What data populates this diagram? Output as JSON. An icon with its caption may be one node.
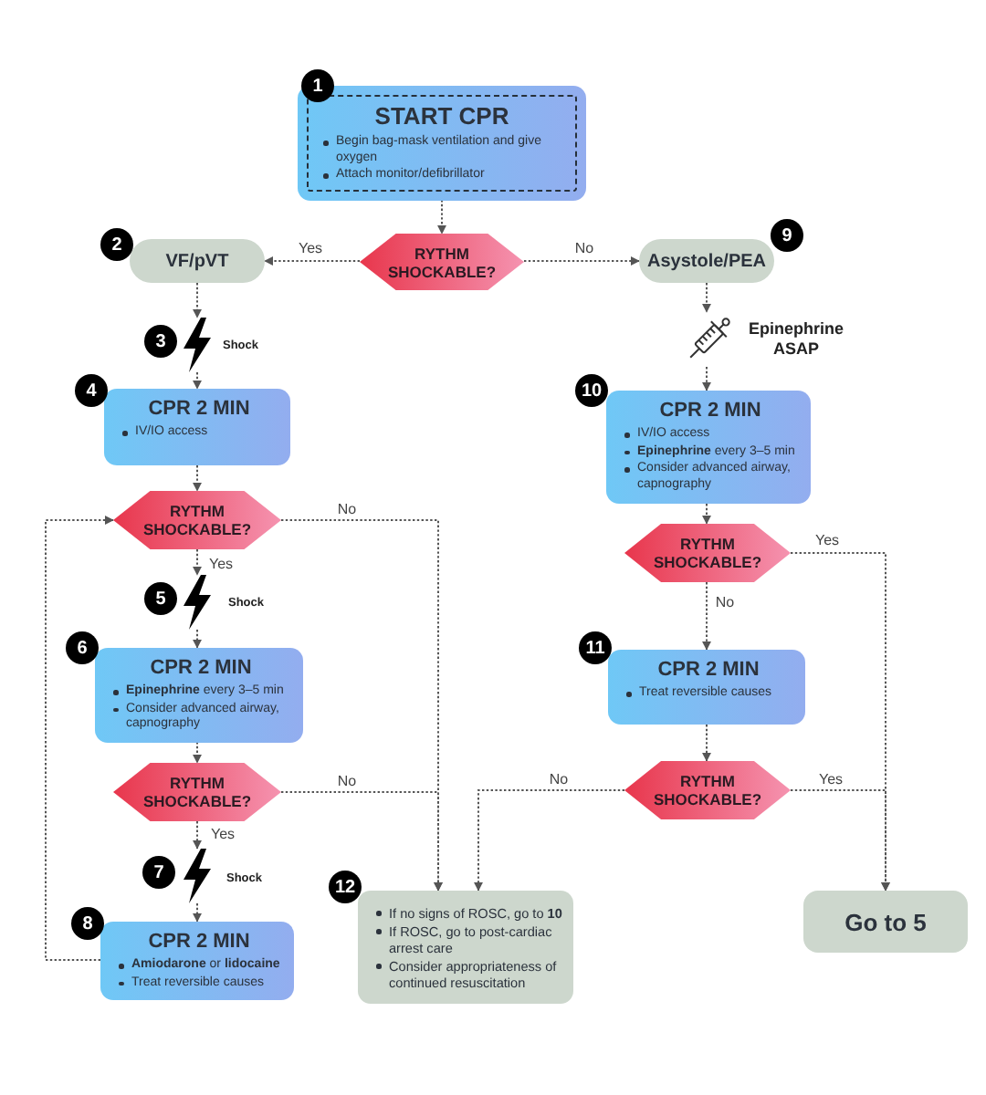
{
  "diagram": {
    "nodes": [
      {
        "text": [
          "START CPR",
          "Begin bag-mask ventilation and give oxygen",
          "Attach monitor/defibrillator"
        ],
        "beside": [
          "1"
        ]
      },
      {
        "text": [
          "RYTHM SHOCKABLE?"
        ]
      },
      {
        "text": [
          "VF/pVT"
        ],
        "beside": [
          "2"
        ]
      },
      {
        "text": [],
        "shape": "lightning",
        "beside": [
          "3",
          "Shock"
        ]
      },
      {
        "text": [
          "CPR 2 MIN",
          "IV/IO access"
        ],
        "beside": [
          "4"
        ]
      },
      {
        "text": [
          "RYTHM SHOCKABLE?"
        ]
      },
      {
        "text": [],
        "shape": "lightning",
        "beside": [
          "5",
          "Shock"
        ]
      },
      {
        "text": [
          "CPR 2 MIN",
          "**Epinephrine** every 3–5 min",
          "Consider advanced airway, capnography"
        ],
        "beside": [
          "6"
        ]
      },
      {
        "text": [
          "RYTHM SHOCKABLE?"
        ]
      },
      {
        "text": [],
        "shape": "lightning",
        "beside": [
          "7",
          "Shock"
        ]
      },
      {
        "text": [
          "CPR 2 MIN",
          "**Amiodarone** or **lidocaine**",
          "Treat reversible causes"
        ],
        "beside": [
          "8"
        ]
      },
      {
        "text": [
          "Asystole/PEA"
        ],
        "beside": [
          "9"
        ]
      },
      {
        "text": [],
        "shape": "syringe",
        "beside": [
          "Epinephrine ASAP"
        ]
      },
      {
        "text": [
          "CPR 2 MIN",
          "IV/IO access",
          "**Epinephrine** every 3–5 min",
          "Consider advanced airway, capnography"
        ],
        "beside": [
          "10"
        ]
      },
      {
        "text": [
          "RYTHM SHOCKABLE?"
        ]
      },
      {
        "text": [
          "CPR 2 MIN",
          "Treat reversible causes"
        ],
        "beside": [
          "11"
        ]
      },
      {
        "text": [
          "RYTHM SHOCKABLE?"
        ]
      },
      {
        "text": [
          "If no signs of ROSC, go to **10**",
          "If ROSC, go to post-cardiac arrest care",
          "Consider appropriateness of continued resuscitation"
        ],
        "beside": [
          "12"
        ]
      },
      {
        "text": [
          "Go to 5"
        ]
      }
    ],
    "edges": [
      {
        "from": 0,
        "to": 1,
        "arrow": "to"
      },
      {
        "from": 1,
        "to": 2,
        "arrow": "to",
        "label": "Yes"
      },
      {
        "from": 1,
        "to": 11,
        "arrow": "to",
        "label": "No"
      },
      {
        "from": 2,
        "to": 3,
        "arrow": "to"
      },
      {
        "from": 3,
        "to": 4,
        "arrow": "to"
      },
      {
        "from": 4,
        "to": 5,
        "arrow": "to"
      },
      {
        "from": 5,
        "to": 6,
        "arrow": "to",
        "label": "Yes"
      },
      {
        "from": 6,
        "to": 7,
        "arrow": "to"
      },
      {
        "from": 7,
        "to": 8,
        "arrow": "to"
      },
      {
        "from": 8,
        "to": 9,
        "arrow": "to",
        "label": "Yes"
      },
      {
        "from": 9,
        "to": 10,
        "arrow": "to"
      },
      {
        "from": 10,
        "to": 5,
        "arrow": "to"
      },
      {
        "from": 5,
        "to": 17,
        "arrow": "to",
        "label": "No"
      },
      {
        "from": 8,
        "to": 17,
        "arrow": "to",
        "label": "No"
      },
      {
        "from": 11,
        "to": 12,
        "arrow": "to"
      },
      {
        "from": 12,
        "to": 13,
        "arrow": "to"
      },
      {
        "from": 13,
        "to": 14,
        "arrow": "to"
      },
      {
        "from": 14,
        "to": 15,
        "arrow": "to",
        "label": "No"
      },
      {
        "from": 14,
        "to": 18,
        "arrow": "to",
        "label": "Yes"
      },
      {
        "from": 15,
        "to": 16,
        "arrow": "to"
      },
      {
        "from": 16,
        "to": 17,
        "arrow": "to",
        "label": "No"
      },
      {
        "from": 16,
        "to": 18,
        "arrow": "to",
        "label": "Yes"
      }
    ]
  }
}
